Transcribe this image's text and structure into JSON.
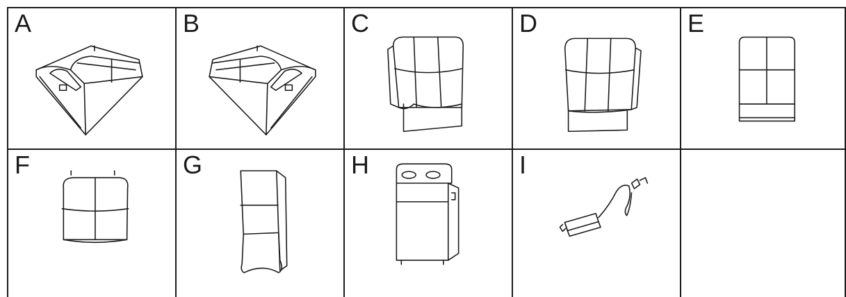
{
  "parts": [
    {
      "letter": "A",
      "icon": "left-arm-recliner-icon"
    },
    {
      "letter": "B",
      "icon": "right-arm-recliner-icon"
    },
    {
      "letter": "C",
      "icon": "backrest-icon"
    },
    {
      "letter": "D",
      "icon": "backrest-icon"
    },
    {
      "letter": "E",
      "icon": "armless-chair-icon"
    },
    {
      "letter": "F",
      "icon": "armless-seat-icon"
    },
    {
      "letter": "G",
      "icon": "backrest-side-icon"
    },
    {
      "letter": "H",
      "icon": "console-cupholder-icon"
    },
    {
      "letter": "I",
      "icon": "power-adapter-icon"
    },
    {
      "letter": "",
      "icon": ""
    }
  ]
}
